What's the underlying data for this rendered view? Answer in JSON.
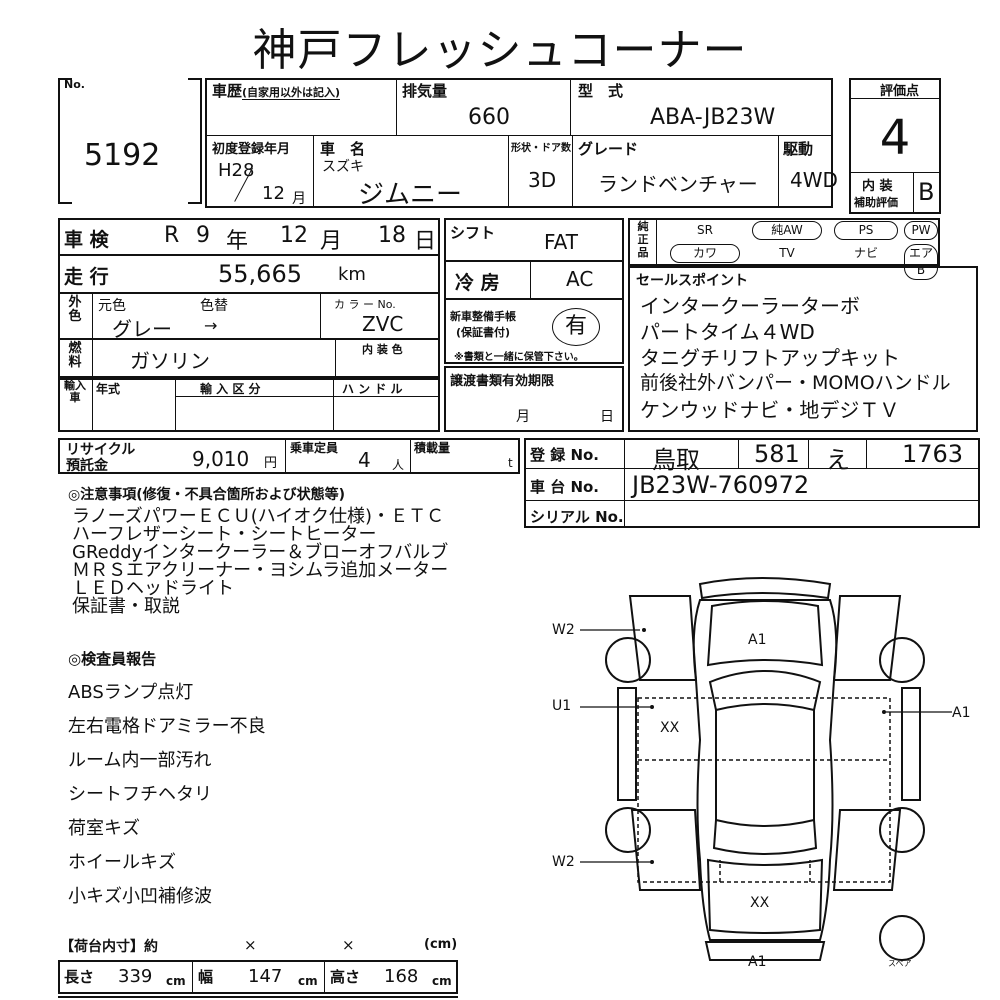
{
  "header": {
    "title": "神戸フレッシュコーナー"
  },
  "lot": {
    "no_label": "No.",
    "number": "5192"
  },
  "history": {
    "label": "車歴",
    "sub": "(自家用以外は記入)"
  },
  "displacement": {
    "label": "排気量",
    "value": "660"
  },
  "model": {
    "label": "型　式",
    "value": "ABA-JB23W"
  },
  "score": {
    "label": "評価点",
    "value": "4",
    "interior_label_1": "内 装",
    "interior_label_2": "補助評価",
    "interior_value": "B"
  },
  "first_reg": {
    "label": "初度登録年月",
    "year": "H28",
    "month": "12",
    "month_unit": "月"
  },
  "car_name": {
    "label": "車　名",
    "maker": "スズキ",
    "name": "ジムニー"
  },
  "doors": {
    "label": "形状・ドア数",
    "value": "3D"
  },
  "grade": {
    "label": "グレード",
    "value": "ランドベンチャー"
  },
  "drive": {
    "label": "駆動",
    "value": "4WD"
  },
  "inspection": {
    "label": "車 検",
    "era": "R",
    "year": "9",
    "year_unit": "年",
    "month": "12",
    "month_unit": "月",
    "day": "18",
    "day_unit": "日"
  },
  "mileage": {
    "label": "走 行",
    "value": "55,665",
    "unit": "km"
  },
  "color": {
    "side_1": "外",
    "side_2": "色",
    "orig_label": "元色",
    "change_label": "色替",
    "orig_value": "グレー",
    "arrow": "→",
    "code_label": "カ ラ ー No.",
    "code_value": "ZVC",
    "interior_label": "内 装 色"
  },
  "fuel": {
    "side_1": "燃",
    "side_2": "料",
    "value": "ガソリン"
  },
  "import": {
    "side": "輸入車",
    "year_label": "年式",
    "class_label": "輸 入 区 分",
    "handle_label": "ハ ン ド ル"
  },
  "shift": {
    "label": "シフト",
    "value": "FAT"
  },
  "ac": {
    "label": "冷 房",
    "value": "AC"
  },
  "maintenance": {
    "label_1": "新車整備手帳",
    "label_2": "(保証書付)",
    "value": "有",
    "note": "※書類と一緒に保管下さい。"
  },
  "transfer": {
    "label": "譲渡書類有効期限",
    "month_unit": "月",
    "day_unit": "日"
  },
  "options": {
    "side": "純正品",
    "row1": [
      "SR",
      "純AW",
      "PS",
      "PW"
    ],
    "row2": [
      "カワ",
      "TV",
      "ナビ",
      "エアB"
    ]
  },
  "sales": {
    "label": "セールスポイント",
    "points": [
      "インタークーラーターボ",
      "パートタイム４WD",
      "タニグチリフトアップキット",
      "前後社外バンパー・MOMOハンドル",
      "ケンウッドナビ・地デジＴＶ"
    ]
  },
  "recycle": {
    "label_1": "リサイクル",
    "label_2": "預託金",
    "value": "9,010",
    "unit": "円"
  },
  "capacity": {
    "label": "乗車定員",
    "value": "4",
    "unit": "人"
  },
  "load": {
    "label": "積載量",
    "unit": "t"
  },
  "registration": {
    "label": "登 録 No.",
    "region": "鳥取",
    "class": "581",
    "kana": "え",
    "number": "1763"
  },
  "chassis": {
    "label": "車 台 No.",
    "value": "JB23W-760972"
  },
  "serial": {
    "label": "シリアル No."
  },
  "notes": {
    "title": "◎注意事項(修復・不具合箇所および状態等)",
    "lines": [
      "ラノーズパワーＥＣＵ(ハイオク仕様)・ＥＴＣ",
      "ハーフレザーシート・シートヒーター",
      "GReddyインタークーラー＆ブローオフバルブ",
      "ＭＲＳエアクリーナー・ヨシムラ追加メーター",
      "ＬＥＤヘッドライト",
      "保証書・取説"
    ]
  },
  "inspector": {
    "title": "◎検査員報告",
    "lines": [
      "ABSランプ点灯",
      "左右電格ドアミラー不良",
      "ルーム内一部汚れ",
      "シートフチヘタリ",
      "荷室キズ",
      "ホイールキズ",
      "小キズ小凹補修波"
    ]
  },
  "cargo": {
    "title": "【荷台内寸】約",
    "x1": "×",
    "x2": "×",
    "unit_cm": "(cm)",
    "length_label": "長さ",
    "length": "339",
    "width_label": "幅",
    "width": "147",
    "height_label": "高さ",
    "height": "168",
    "cm": "cm"
  },
  "diagram": {
    "w2_top": "W2",
    "u1": "U1",
    "w2_bottom": "W2",
    "a1_top": "A1",
    "a1_right": "A1",
    "a1_bottom": "A1",
    "xx_1": "XX",
    "xx_2": "XX",
    "spare": "スペア"
  }
}
